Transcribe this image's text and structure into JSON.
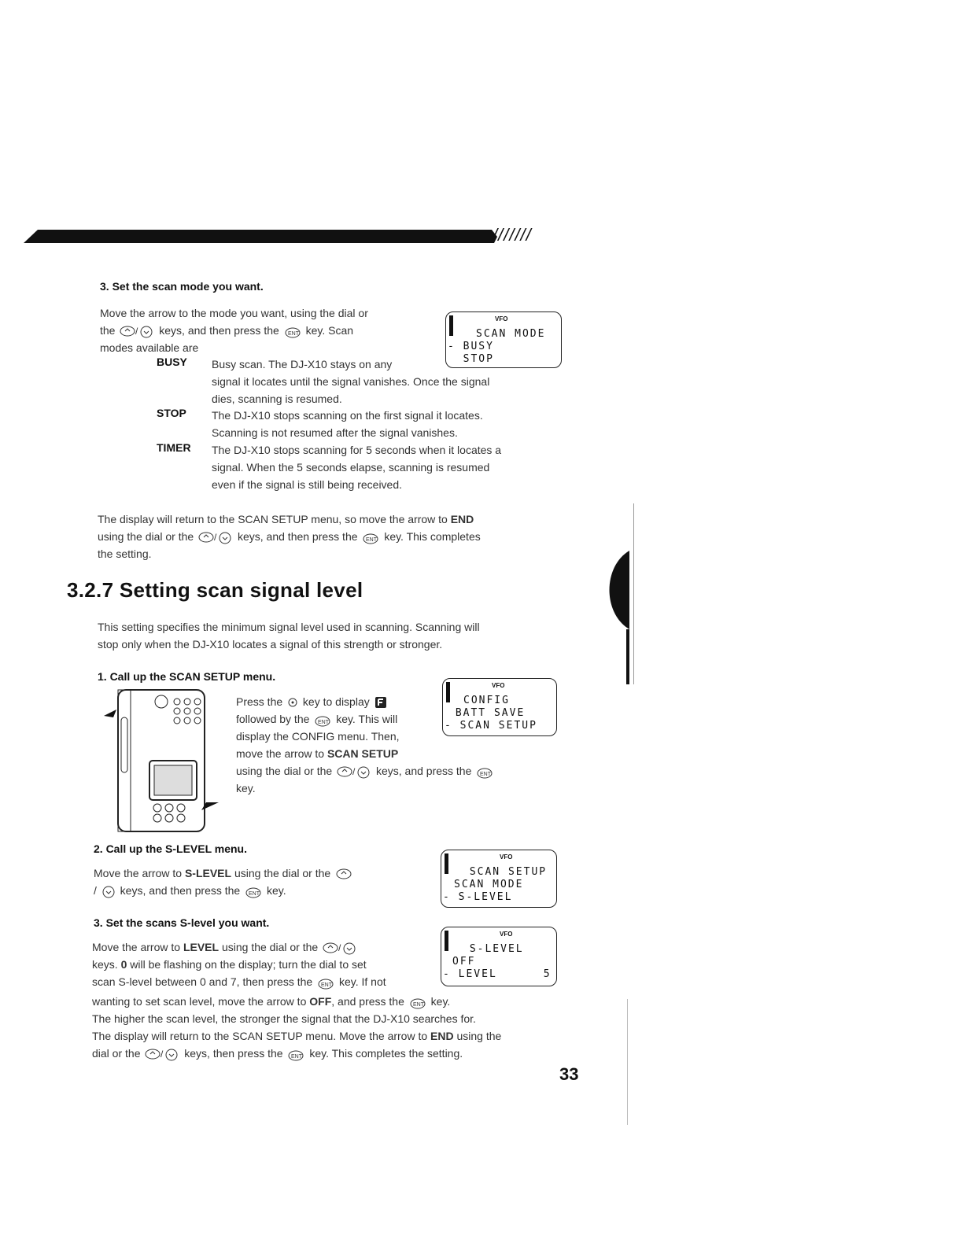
{
  "header": {
    "slashes": "///////"
  },
  "section1": {
    "step3_title": "3. Set the scan mode you want.",
    "intro_lines": [
      "Move the arrow to the mode you want, using the dial or",
      "keys, and then press the",
      "key. Scan",
      "modes available are"
    ],
    "prefix_the": "the",
    "lcd": {
      "tag": "VFO",
      "lines": [
        "SCAN MODE",
        "- BUSY",
        "  STOP"
      ]
    },
    "modes": [
      {
        "term": "BUSY",
        "lines": [
          "Busy scan. The DJ-X10 stays on any",
          "signal it locates until the signal vanishes.  Once the signal",
          "dies, scanning is resumed."
        ]
      },
      {
        "term": "STOP",
        "lines": [
          "The DJ-X10 stops scanning on the first signal it locates.",
          "Scanning is not resumed after the signal vanishes."
        ]
      },
      {
        "term": "TIMER",
        "lines": [
          "The DJ-X10 stops scanning for 5 seconds when it locates a",
          "signal. When the 5 seconds elapse, scanning is resumed",
          "even if the signal is still being received."
        ]
      }
    ],
    "return_line1_a": "The display will return to the SCAN SETUP menu, so move the arrow to",
    "return_line1_b": "END",
    "return_line2_a": "using the dial or the",
    "return_line2_b": "keys, and then press the",
    "return_line2_c": "key. This completes",
    "return_line3": "the setting."
  },
  "section2": {
    "heading": "3.2.7 Setting scan signal level",
    "intro": [
      "This setting specifies the minimum signal level used in scanning. Scanning will",
      "stop only when the DJ-X10 locates a signal of this strength or stronger."
    ],
    "step1": {
      "title": "1. Call up the SCAN SETUP menu.",
      "l1a": "Press the",
      "l1b": "key to display",
      "l2a": "followed by the",
      "l2b": "key. This will",
      "l3": "display the CONFIG menu. Then,",
      "l4a": "move the arrow to",
      "l4b": "SCAN SETUP",
      "l5a": "using the dial or the",
      "l5b": "keys, and press the",
      "l6": "key.",
      "lcd": {
        "tag": "VFO",
        "lines": [
          "CONFIG",
          " BATT SAVE",
          "- SCAN SETUP"
        ]
      }
    },
    "step2": {
      "title": "2. Call up the S-LEVEL menu.",
      "l1a": "Move the arrow to",
      "l1b": "S-LEVEL",
      "l1c": "using the dial or the",
      "l2a": "/",
      "l2b": "keys, and then press the",
      "l2c": "key.",
      "lcd": {
        "tag": "VFO",
        "lines": [
          " SCAN SETUP",
          "SCAN MODE",
          "- S-LEVEL"
        ]
      }
    },
    "step3": {
      "title": "3. Set the scans S-level you want.",
      "l1a": "Move the arrow to",
      "l1b": "LEVEL",
      "l1c": "using the dial or the",
      "l2a": "keys.",
      "l2b": "0",
      "l2c": "will be flashing on the display; turn the dial to set",
      "l3a": "scan S-level between 0 and 7, then press the",
      "l3b": "key. If not",
      "l4a": "wanting to set scan level, move the arrow to",
      "l4b": "OFF",
      "l4c": ", and press the",
      "l4d": "key.",
      "l5": "The higher the scan level, the stronger the signal that the DJ-X10 searches for.",
      "l6a": "The display will return to the SCAN SETUP menu. Move the arrow to",
      "l6b": "END",
      "l6c": "using the",
      "l7a": "dial or the",
      "l7b": "keys, then press the",
      "l7c": "key. This completes the setting.",
      "lcd": {
        "tag": "VFO",
        "lines": [
          " S-LEVEL",
          "OFF",
          "- LEVEL      5"
        ]
      }
    }
  },
  "footer": {
    "page_number": "33"
  }
}
